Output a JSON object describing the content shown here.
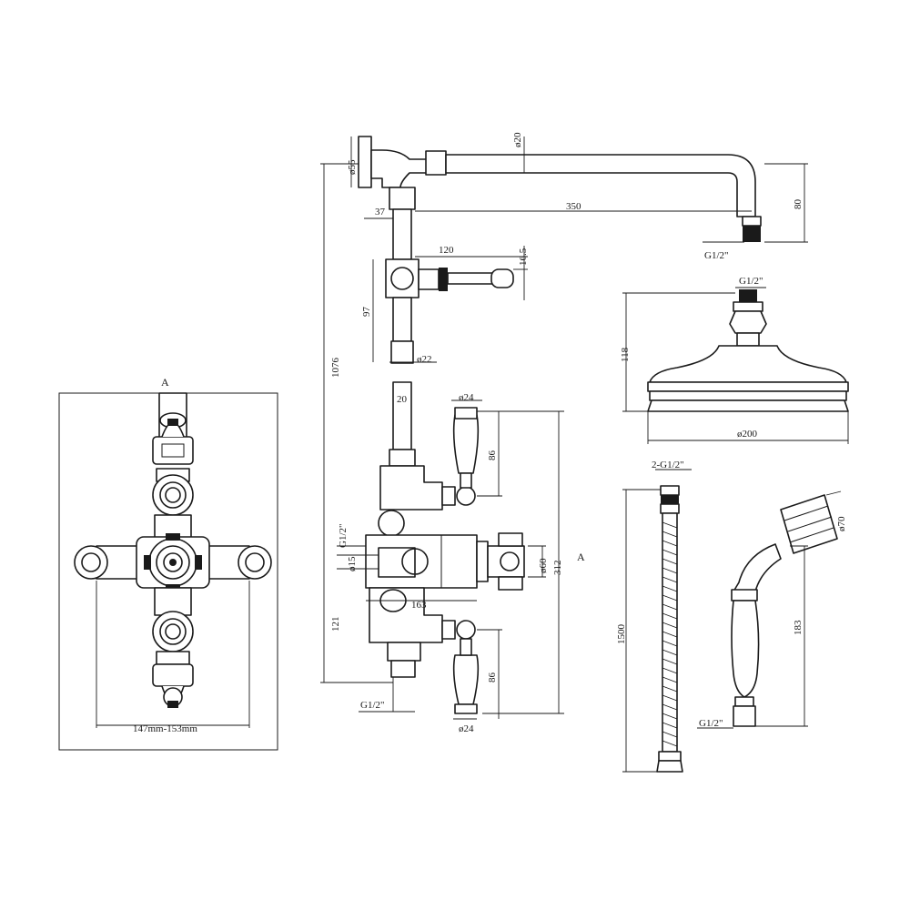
{
  "front_view": {
    "section_marker": "A",
    "width_dim": "147mm-153mm"
  },
  "side_view": {
    "dims": {
      "total_height": "1076",
      "wall_flange_dia": "ø55",
      "offset_37": "37",
      "arm_length": "350",
      "arm_dia": "ø20",
      "arm_drop": "80",
      "outlet_thread": "G1/2\"",
      "diverter_length": "120",
      "diverter_dia": "16.5",
      "diverter_height": "97",
      "riser_dia_22": "ø22",
      "riser_20": "20",
      "handle_dia_top": "ø24",
      "handle_len_top": "86",
      "inlet_thread": "G1/2\"",
      "inlet_15": "ø15",
      "body_dia": "ø60",
      "body_height": "312",
      "body_width": "163",
      "lower_121": "121",
      "handle_len_bottom": "86",
      "handle_dia_bottom": "ø24",
      "bottom_thread": "G1/2\"",
      "section_marker": "A"
    }
  },
  "shower_head": {
    "thread": "G1/2\"",
    "height": "118",
    "diameter": "ø200"
  },
  "hose": {
    "thread": "2-G1/2\"",
    "length": "1500"
  },
  "hand_shower": {
    "head_dia": "ø70",
    "length": "183",
    "thread": "G1/2\""
  }
}
